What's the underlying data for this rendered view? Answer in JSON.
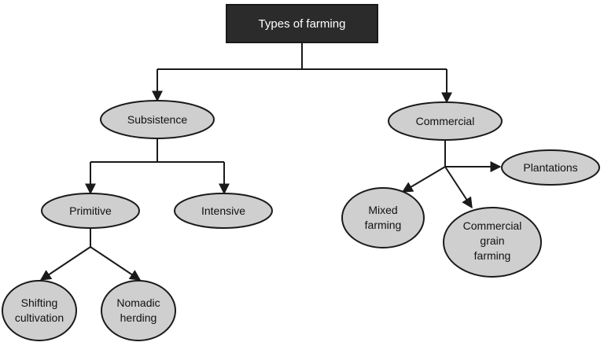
{
  "root": {
    "label": "Types of farming"
  },
  "subsistence": {
    "label": "Subsistence"
  },
  "commercial": {
    "label": "Commercial"
  },
  "primitive": {
    "label": "Primitive"
  },
  "intensive": {
    "label": "Intensive"
  },
  "shifting": {
    "line1": "Shifting",
    "line2": "cultivation"
  },
  "nomadic": {
    "line1": "Nomadic",
    "line2": "herding"
  },
  "mixed": {
    "line1": "Mixed",
    "line2": "farming"
  },
  "grain": {
    "line1": "Commercial",
    "line2": "grain",
    "line3": "farming"
  },
  "plantations": {
    "label": "Plantations"
  },
  "colors": {
    "root_fill": "#2b2b2b",
    "node_fill": "#cfcfcf",
    "stroke": "#1a1a1a"
  }
}
